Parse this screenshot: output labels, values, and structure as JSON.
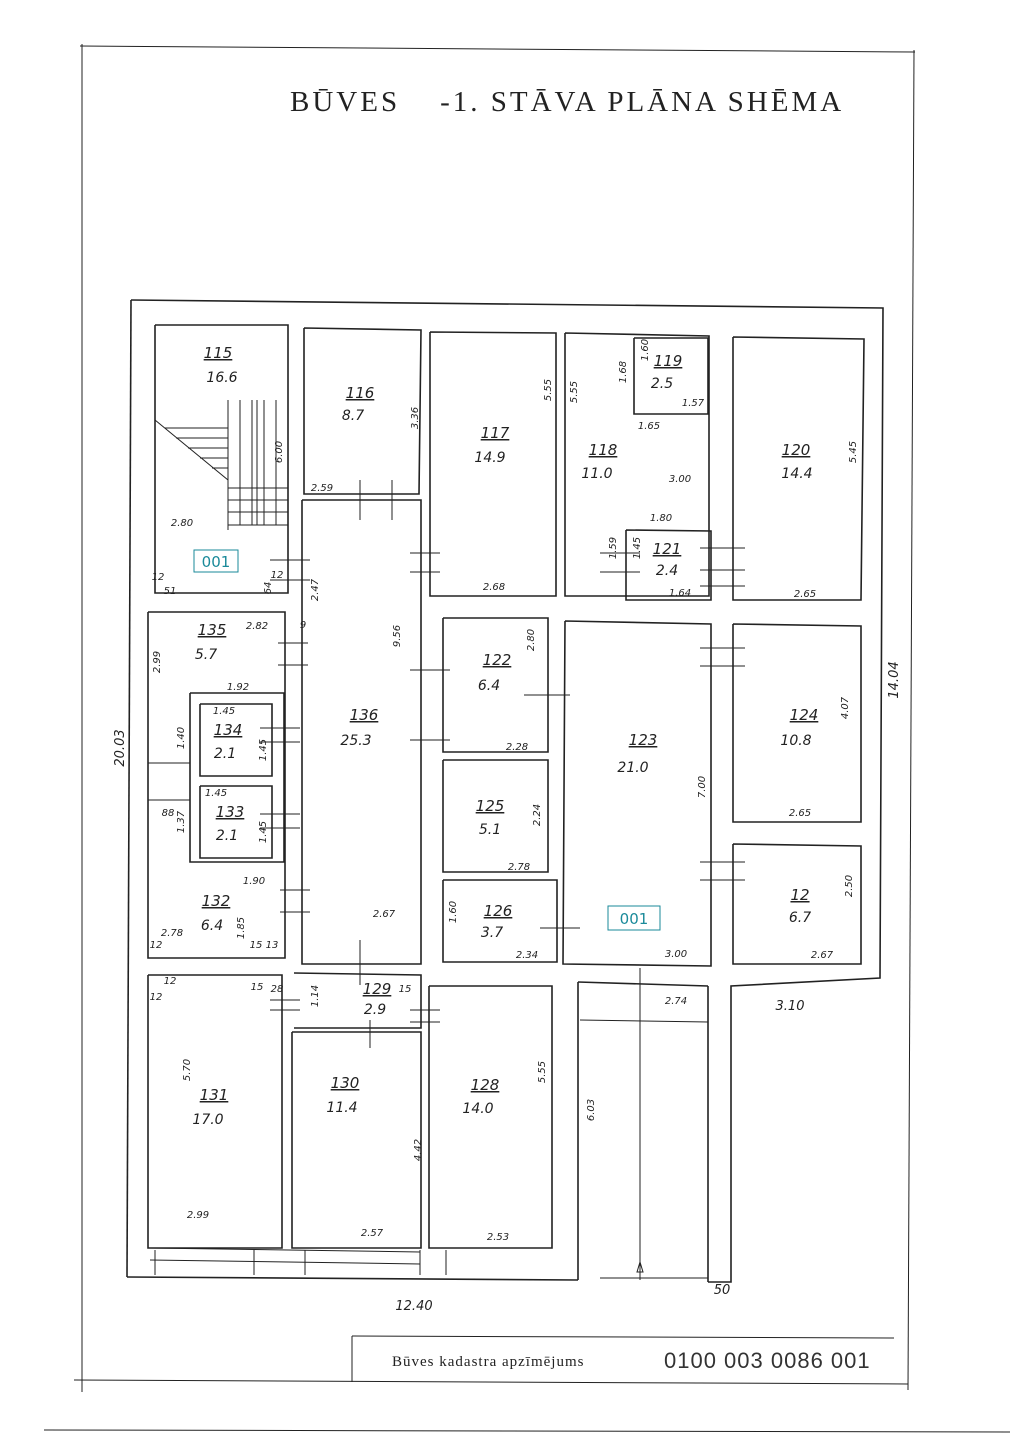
{
  "title": {
    "part1": "BŪVES",
    "part2": "-1. STĀVA PLĀNA SHĒMA"
  },
  "cadastre": {
    "label": "Būves kadastra apzīmējums",
    "code": "0100 003 0086 001"
  },
  "stamps": [
    "001",
    "001"
  ],
  "overall_dims": {
    "height_left": "20.03",
    "height_right": "14.04",
    "width_bottom": "12.40",
    "right_notch": "3.10",
    "corner": "50"
  },
  "rooms": [
    {
      "id": "115",
      "number": "115",
      "area": "16.6"
    },
    {
      "id": "116",
      "number": "116",
      "area": "8.7"
    },
    {
      "id": "117",
      "number": "117",
      "area": "14.9"
    },
    {
      "id": "118",
      "number": "118",
      "area": "11.0"
    },
    {
      "id": "119",
      "number": "119",
      "area": "2.5"
    },
    {
      "id": "120",
      "number": "120",
      "area": "14.4"
    },
    {
      "id": "121",
      "number": "121",
      "area": "2.4"
    },
    {
      "id": "122",
      "number": "122",
      "area": "6.4"
    },
    {
      "id": "123",
      "number": "123",
      "area": "21.0"
    },
    {
      "id": "124",
      "number": "124",
      "area": "10.8"
    },
    {
      "id": "125",
      "number": "125",
      "area": "5.1"
    },
    {
      "id": "126",
      "number": "126",
      "area": "3.7"
    },
    {
      "id": "127",
      "number": "12",
      "area": "6.7"
    },
    {
      "id": "128",
      "number": "128",
      "area": "14.0"
    },
    {
      "id": "129",
      "number": "129",
      "area": "2.9"
    },
    {
      "id": "130",
      "number": "130",
      "area": "11.4"
    },
    {
      "id": "131",
      "number": "131",
      "area": "17.0"
    },
    {
      "id": "132",
      "number": "132",
      "area": "6.4"
    },
    {
      "id": "133",
      "number": "133",
      "area": "2.1"
    },
    {
      "id": "134",
      "number": "134",
      "area": "2.1"
    },
    {
      "id": "135",
      "number": "135",
      "area": "5.7"
    },
    {
      "id": "136",
      "number": "136",
      "area": "25.3"
    }
  ],
  "dims": {
    "d115_w": "2.80",
    "d115_s": "6.00",
    "d115_a": "12",
    "d115_b": "51",
    "d115_c": "64",
    "d115_d": "12",
    "d116_w": "2.59",
    "d116_h": "3.36",
    "d117_w": "2.68",
    "d117_h": "5.55",
    "d118_h": "5.55",
    "d118_w": "3.00",
    "d118_a": "1.68",
    "d119_h": "1.60",
    "d119_w": "1.65",
    "d119_b": "1.57",
    "d120_h": "5.45",
    "d120_w": "2.65",
    "d121_t": "1.80",
    "d121_b": "1.64",
    "d121_l": "1.59",
    "d121_r": "1.45",
    "d122_h": "2.80",
    "d122_w": "2.28",
    "d123_h": "7.00",
    "d123_w": "3.00",
    "d124_h": "4.07",
    "d124_w": "2.65",
    "d125_h": "2.24",
    "d125_w": "2.78",
    "d126_h": "1.60",
    "d126_w": "2.34",
    "d127_h": "2.50",
    "d127_w": "2.67",
    "d128_h": "5.55",
    "d128_w": "2.53",
    "d129_a": "1.14",
    "d129_b": "15",
    "d129_c": "28",
    "d129_d": "15",
    "d130_h": "4.42",
    "d130_w": "2.57",
    "d131_h": "5.70",
    "d131_w": "2.99",
    "d131_a": "12",
    "d131_b": "12",
    "d132_w": "1.90",
    "d132_h": "1.85",
    "d132_b": "2.78",
    "d132_c": "12",
    "d132_d": "15",
    "d132_e": "13",
    "d133_w": "1.45",
    "d133_h": "1.45",
    "d133_l": "1.37",
    "d133_a": "88",
    "d134_w": "1.45",
    "d134_h": "1.45",
    "d134_l": "1.40",
    "d135_w": "2.82",
    "d135_h": "2.99",
    "d135_b": "1.92",
    "d135_a": "9",
    "d136_h": "9.56",
    "d136_w": "2.67",
    "d136_a": "2.47",
    "corr_w": "2.74",
    "corr_h": "6.03"
  }
}
